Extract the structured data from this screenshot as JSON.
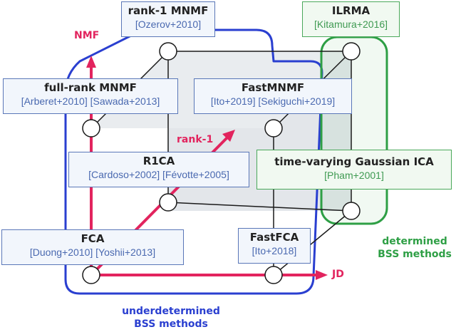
{
  "nodes": {
    "rank1_mnmf": {
      "title": "rank-1 MNMF",
      "cite": "[Ozerov+2010]"
    },
    "ilrma": {
      "title": "ILRMA",
      "cite": "[Kitamura+2016]"
    },
    "fullrank_mnmf": {
      "title": "full-rank MNMF",
      "cite": "[Arberet+2010] [Sawada+2013]"
    },
    "fastmnmf": {
      "title": "FastMNMF",
      "cite": "[Ito+2019] [Sekiguchi+2019]"
    },
    "r1ca": {
      "title": "R1CA",
      "cite": "[Cardoso+2002] [Févotte+2005]"
    },
    "tvgica": {
      "title": "time-varying Gaussian ICA",
      "cite": "[Pham+2001]"
    },
    "fca": {
      "title": "FCA",
      "cite": "[Duong+2010] [Yoshii+2013]"
    },
    "fastfca": {
      "title": "FastFCA",
      "cite": "[Ito+2018]"
    }
  },
  "axes": {
    "nmf": "NMF",
    "rank1": "rank-1",
    "jd": "JD"
  },
  "groups": {
    "underdetermined": {
      "line1": "underdetermined",
      "line2": "BSS methods"
    },
    "determined": {
      "line1": "determined",
      "line2": "BSS methods"
    }
  },
  "colors": {
    "axis": "#e2245e",
    "underdetermined": "#2a3fd0",
    "determined": "#2e9f45",
    "box_border": "#5a77b8",
    "cube_edge": "#1a1a1a"
  }
}
